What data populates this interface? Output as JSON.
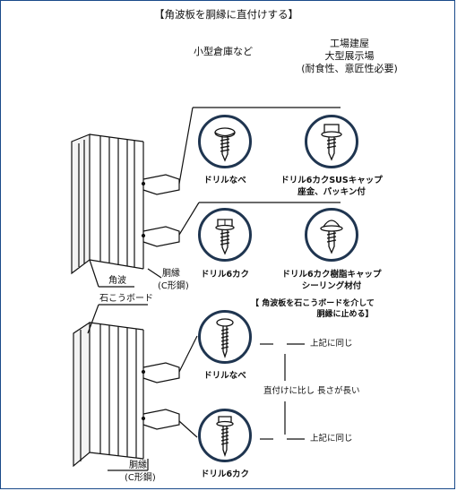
{
  "title": "【角波板を胴縁に直付けする】",
  "columns": {
    "small": "小型倉庫など",
    "large_line1": "工場建屋",
    "large_line2": "大型展示場",
    "large_line3": "(耐食性、意匠性必要)"
  },
  "screws_top": {
    "drill_nabe": "ドリルなべ",
    "sus_cap_line1": "ドリル6カクSUSキャップ",
    "sus_cap_line2": "座金、パッキン付",
    "drill_6kaku": "ドリル6カク",
    "resin_cap_line1": "ドリル6カク樹脂キャップ",
    "resin_cap_line2": "シーリング材付"
  },
  "wall_labels": {
    "dobuchi": "胴縁",
    "c_steel": "(C形鋼)",
    "kakunami": "角波",
    "gypsum": "石こうボード"
  },
  "bottom_section": {
    "heading_line1": "【 角波板を石こうボードを介して",
    "heading_line2": "胴縁に止める】",
    "drill_nabe": "ドリルなべ",
    "drill_6kaku": "ドリル6カク",
    "same_as_above_1": "上記に同じ",
    "same_as_above_2": "上記に同じ",
    "longer_note": "直付けに比し 長さが長い",
    "dobuchi": "胴縁",
    "c_steel": "(C形鋼)"
  },
  "colors": {
    "frame": "#1a4a8a",
    "circle": "#1f3550",
    "ink": "#111111"
  }
}
